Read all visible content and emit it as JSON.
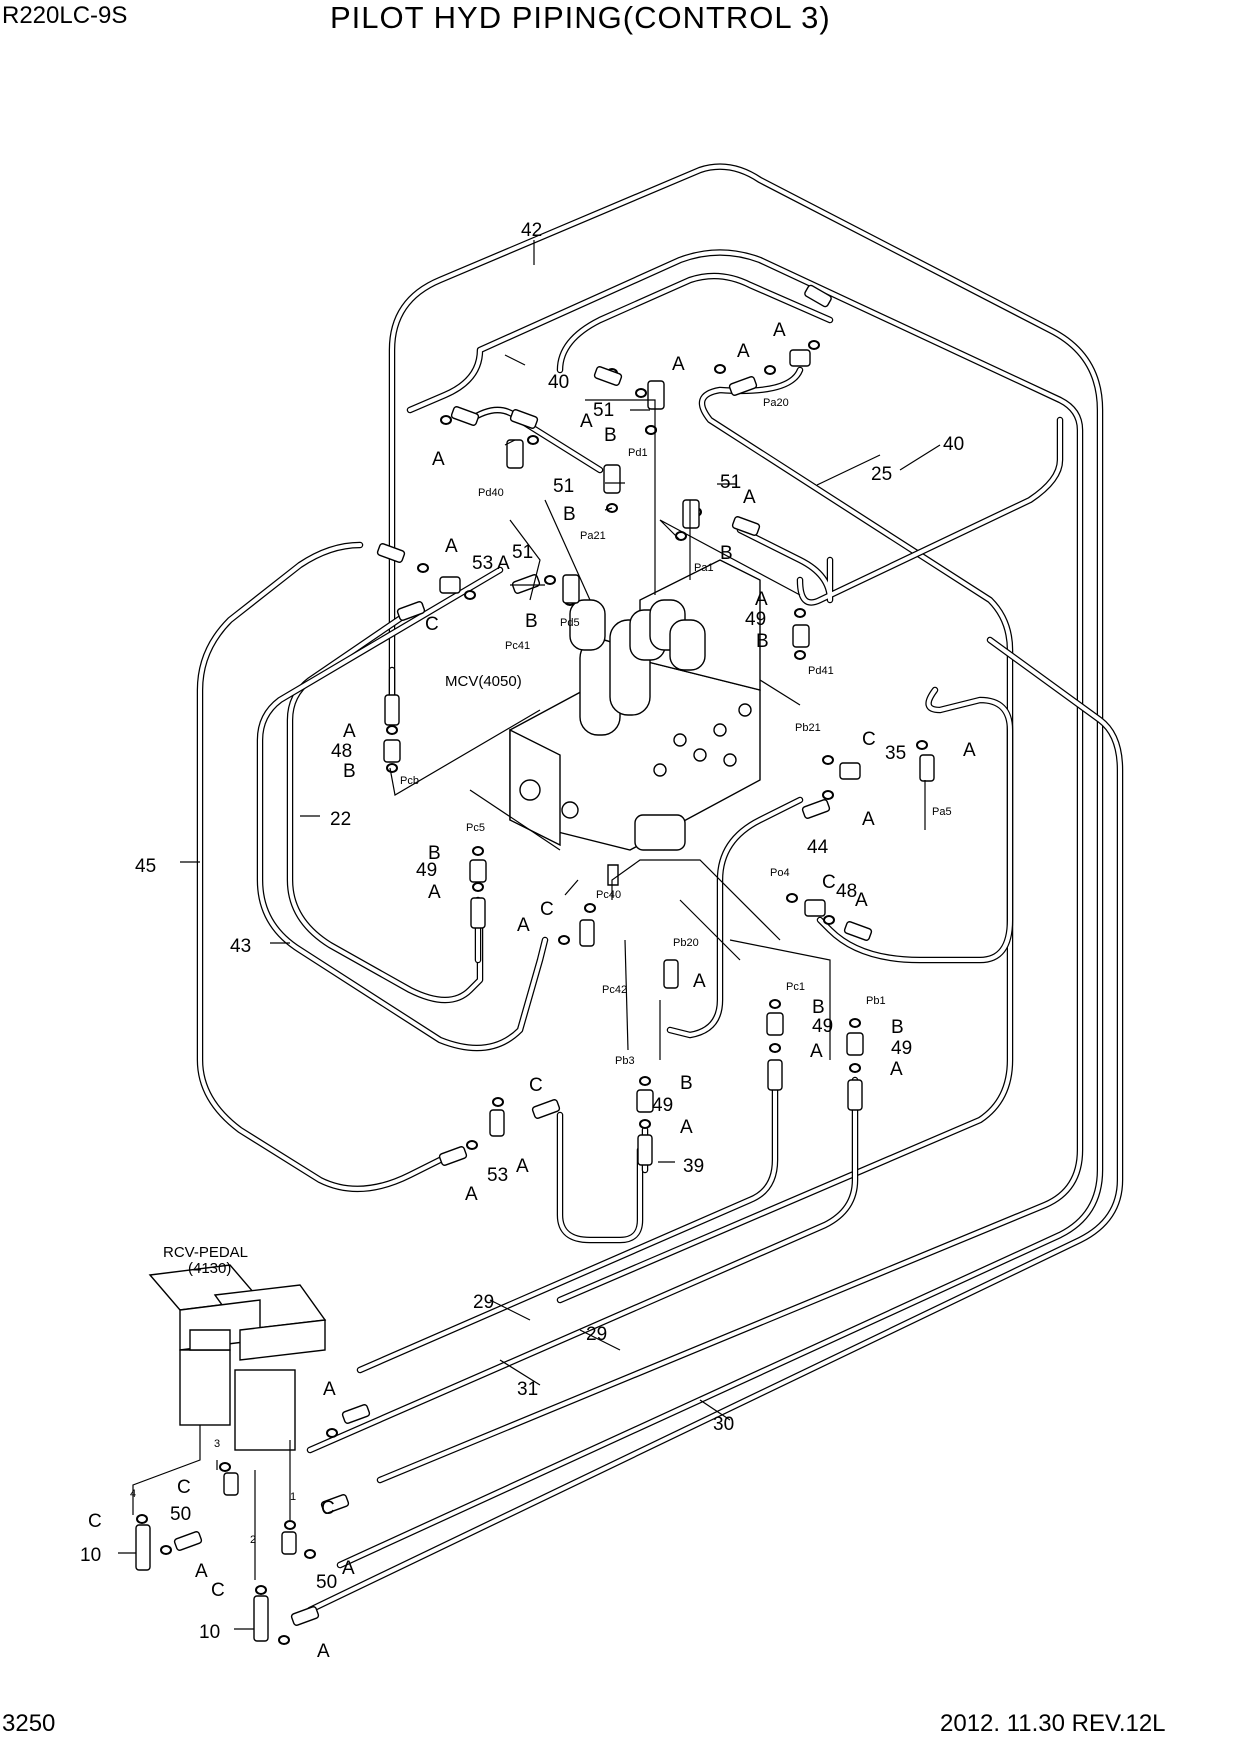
{
  "header": {
    "model": "R220LC-9S",
    "title": "PILOT HYD PIPING(CONTROL 3)"
  },
  "footer": {
    "page": "3250",
    "revision": "2012. 11.30  REV.12L"
  },
  "components": {
    "mcv": "MCV(4050)",
    "rcv_name": "RCV-PEDAL",
    "rcv_code": "(4130)"
  },
  "ports": {
    "pa20": "Pa20",
    "pd1": "Pd1",
    "pd40": "Pd40",
    "pa21": "Pa21",
    "pa1": "Pa1",
    "pd5": "Pd5",
    "pc41": "Pc41",
    "pd41": "Pd41",
    "pcb": "Pcb",
    "pb21": "Pb21",
    "pa5": "Pa5",
    "pc5": "Pc5",
    "pc40": "Pc40",
    "po4": "Po4",
    "pb20": "Pb20",
    "pc42": "Pc42",
    "pc1": "Pc1",
    "pb1": "Pb1",
    "pb3": "Pb3",
    "r1": "1",
    "r2": "2",
    "r3": "3",
    "r4": "4"
  },
  "callouts": {
    "n42": "42",
    "n40a": "40",
    "n40b": "40",
    "n25": "25",
    "n51a": "51",
    "n51b": "51",
    "n51c": "51",
    "n51d": "51",
    "n53a": "53",
    "n53b": "53",
    "n49a": "49",
    "n49b": "49",
    "n49c": "49",
    "n49d": "49",
    "n49e": "49",
    "n48a": "48",
    "n48b": "48",
    "n35": "35",
    "n22": "22",
    "n45": "45",
    "n43": "43",
    "n44": "44",
    "n39": "39",
    "n29a": "29",
    "n29b": "29",
    "n31": "31",
    "n30": "30",
    "n50a": "50",
    "n50b": "50",
    "n10a": "10",
    "n10b": "10",
    "a": "A",
    "b": "B",
    "c": "C"
  }
}
